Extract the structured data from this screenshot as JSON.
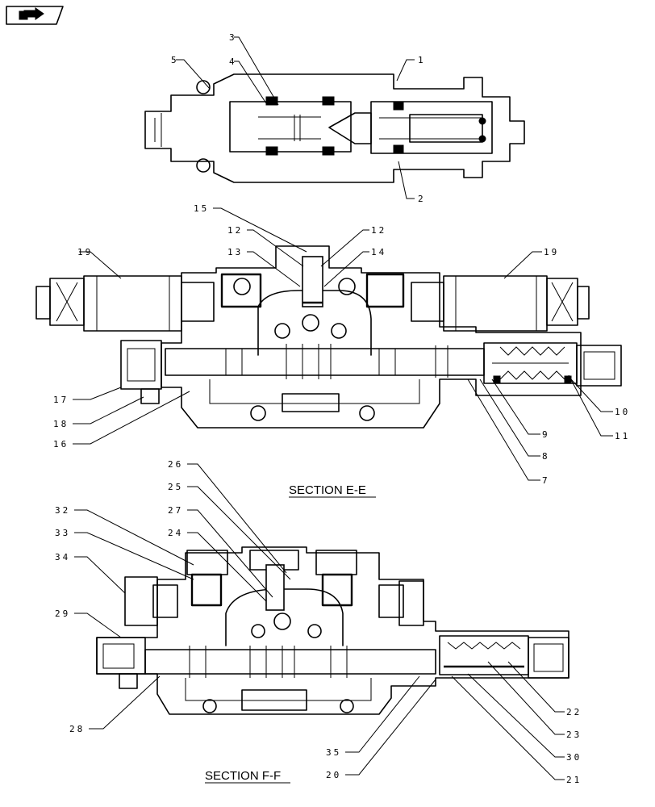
{
  "sections": [
    {
      "id": "e-e",
      "title": "SECTION E-E"
    },
    {
      "id": "f-f",
      "title": "SECTION F-F"
    }
  ],
  "icon": {
    "name": "navigation-arrow-icon"
  },
  "callouts": {
    "top_view": [
      "1",
      "2",
      "3",
      "4",
      "5"
    ],
    "section_e": [
      "7",
      "8",
      "9",
      "10",
      "11",
      "12",
      "12",
      "13",
      "14",
      "15",
      "16",
      "17",
      "18",
      "19",
      "19"
    ],
    "section_f": [
      "20",
      "21",
      "22",
      "23",
      "24",
      "25",
      "26",
      "27",
      "28",
      "29",
      "30",
      "32",
      "33",
      "34",
      "35"
    ]
  }
}
